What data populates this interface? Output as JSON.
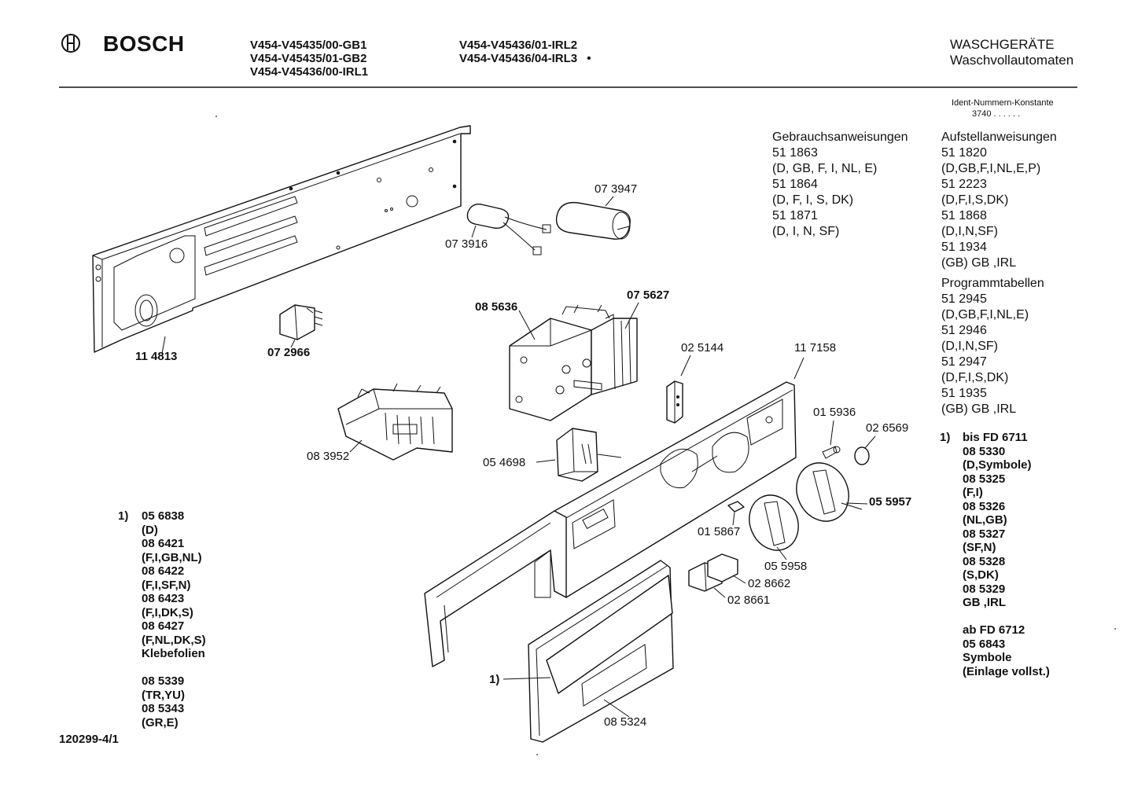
{
  "header": {
    "brand": "BOSCH",
    "models_col1": [
      "V454-V45435/00-GB1",
      "V454-V45435/01-GB2",
      "V454-V45436/00-IRL1"
    ],
    "models_col2": [
      "V454-V45436/01-IRL2",
      "V454-V45436/04-IRL3"
    ],
    "models_col2_mark": "•",
    "category": "WASCHGERÄTE",
    "subcategory": "Waschvollautomaten",
    "ident_label": "Ident-Nummern-Konstante",
    "ident_value": "3740  . .   . . . ."
  },
  "gebrauch": {
    "title": "Gebrauchsanweisungen",
    "lines": [
      "51 1863",
      "(D, GB, F, I, NL, E)",
      "51 1864",
      "(D, F, I, S, DK)",
      "51 1871",
      "(D, I, N, SF)"
    ]
  },
  "aufstell": {
    "title": "Aufstellanweisungen",
    "lines": [
      "51 1820",
      "(D,GB,F,I,NL,E,P)",
      "51 2223",
      "(D,F,I,S,DK)",
      "51 1868",
      "(D,I,N,SF)",
      "51 1934",
      "(GB) GB  ,IRL"
    ]
  },
  "programm": {
    "title": "Programmtabellen",
    "lines": [
      "51 2945",
      "(D,GB,F,I,NL,E)",
      "51 2946",
      "(D,I,N,SF)",
      "51 2947",
      "(D,F,I,S,DK)",
      "51 1935",
      "(GB) GB  ,IRL"
    ]
  },
  "note_right": {
    "marker": "1)",
    "lines": [
      "bis FD 6711",
      "08 5330",
      "(D,Symbole)",
      "08 5325",
      "(F,I)",
      "08 5326",
      "(NL,GB)",
      "08 5327",
      "(SF,N)",
      "08 5328",
      "(S,DK)",
      "08 5329",
      "GB  ,IRL",
      "",
      "ab FD 6712",
      "05 6843",
      "Symbole",
      "(Einlage vollst.)"
    ]
  },
  "note_left": {
    "marker": "1)",
    "lines": [
      "05 6838",
      "(D)",
      "08 6421",
      "(F,I,GB,NL)",
      "08 6422",
      "(F,I,SF,N)",
      "08 6423",
      "(F,I,DK,S)",
      "08 6427",
      "(F,NL,DK,S)",
      "Klebefolien",
      "",
      "08 5339",
      "(TR,YU)",
      "08 5343",
      "(GR,E)"
    ]
  },
  "footer": {
    "doc_id": "120299-4/1"
  },
  "callouts": {
    "p114813": "11 4813",
    "p072966": "07 2966",
    "p073916": "07 3916",
    "p073947": "07 3947",
    "p085636": "08 5636",
    "p075627": "07 5627",
    "p025144": "02 5144",
    "p117158": "11 7158",
    "p083952": "08 3952",
    "p054698": "05 4698",
    "p015936": "01 5936",
    "p026569": "02 6569",
    "p055957": "05 5957",
    "p015867": "01 5867",
    "p055958": "05 5958",
    "p028662": "02 8662",
    "p028661": "02 8661",
    "p085324": "08 5324",
    "p_note1": "1)"
  }
}
